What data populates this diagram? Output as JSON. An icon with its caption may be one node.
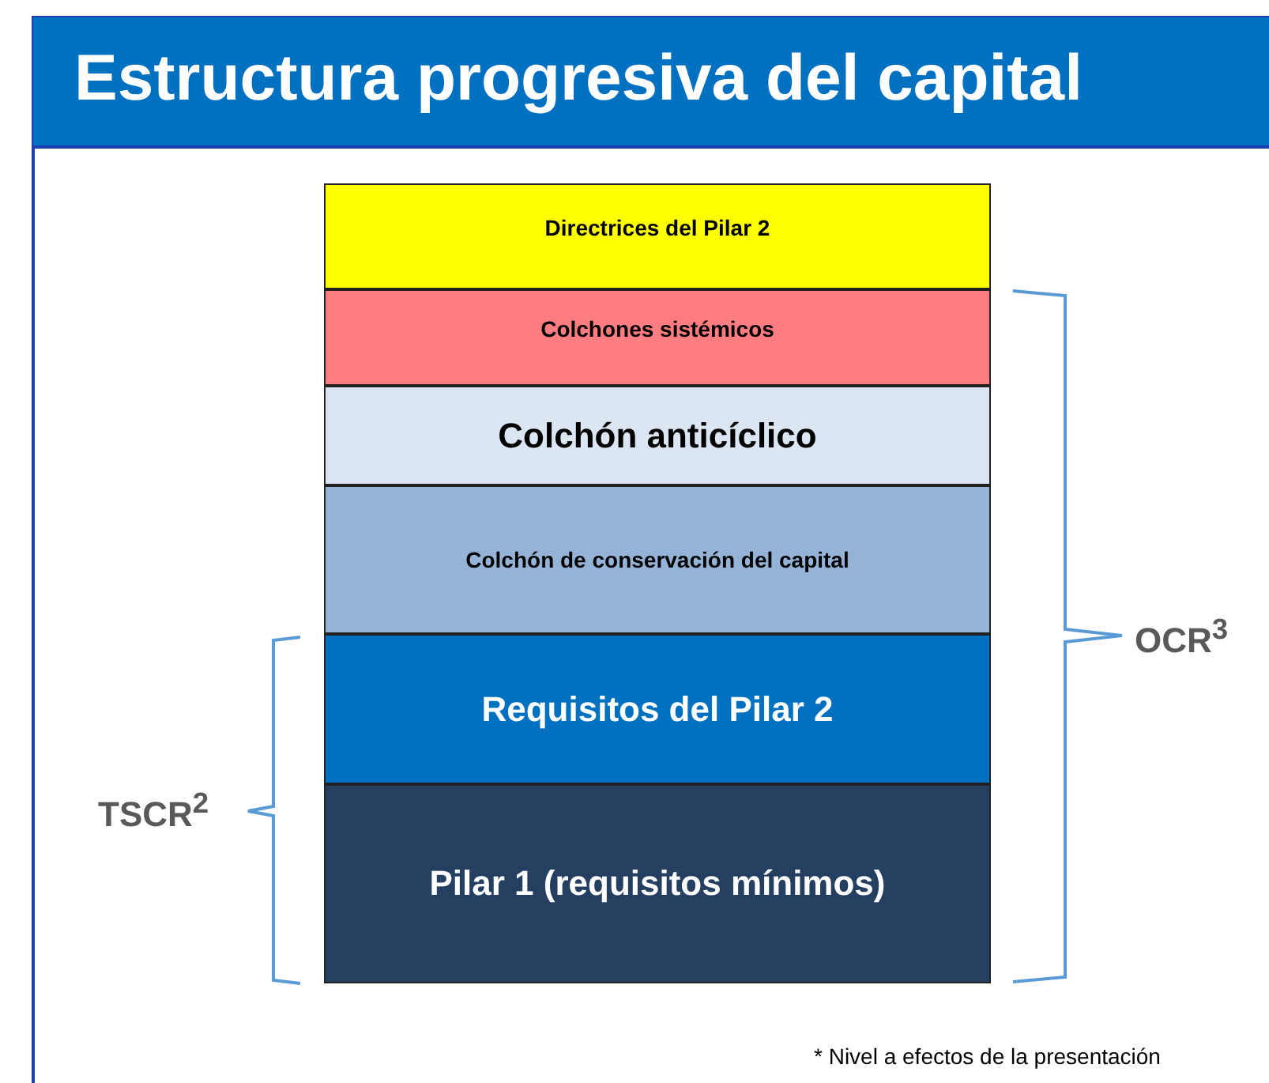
{
  "diagram": {
    "title": "Estructura progresiva del capital",
    "nodes": [
      {
        "text": [
          "Directrices del Pilar 2"
        ]
      },
      {
        "text": [
          "Colchones sistémicos"
        ]
      },
      {
        "text": [
          "Colchón anticíclico"
        ]
      },
      {
        "text": [
          "Colchón de conservación del capital"
        ]
      },
      {
        "text": [
          "Requisitos del Pilar 2"
        ]
      },
      {
        "text": [
          "Pilar 1 (requisitos mínimos)"
        ]
      }
    ],
    "labels": [
      "OCR$^{3}$",
      "TSCR$^{2}$",
      "* Nivel a efectos de la presentación"
    ]
  }
}
